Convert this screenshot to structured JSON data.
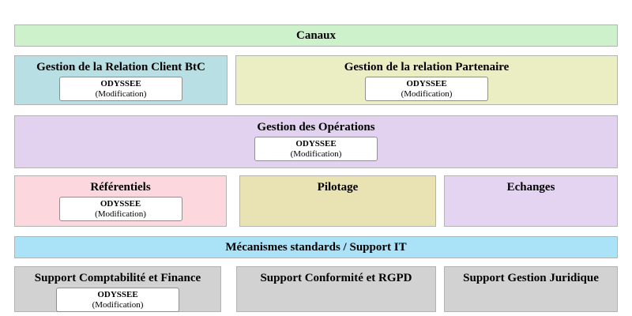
{
  "colors": {
    "background": "#ffffff",
    "canaux": "#cdf2cb",
    "crm_btc": "#b8dfe3",
    "partner": "#ebedc3",
    "operations": "#e2d2f0",
    "referentiels": "#fdd7de",
    "pilotage": "#e9e2b3",
    "echanges": "#e5d3f2",
    "support_it": "#aae3f8",
    "support_gray": "#d2d2d2",
    "app_box": "#ffffff"
  },
  "blocks": {
    "canaux": {
      "label": "Canaux"
    },
    "crm_btc": {
      "title": "Gestion de la Relation Client BtC",
      "app": {
        "name": "ODYSSEE",
        "status": "(Modification)"
      }
    },
    "partner": {
      "title": "Gestion de la relation Partenaire",
      "app": {
        "name": "ODYSSEE",
        "status": "(Modification)"
      }
    },
    "operations": {
      "title": "Gestion des Opérations",
      "app": {
        "name": "ODYSSEE",
        "status": "(Modification)"
      }
    },
    "referentiels": {
      "title": "Référentiels",
      "app": {
        "name": "ODYSSEE",
        "status": "(Modification)"
      }
    },
    "pilotage": {
      "title": "Pilotage"
    },
    "echanges": {
      "title": "Echanges"
    },
    "support_it": {
      "label": "Mécanismes standards / Support IT"
    },
    "compta": {
      "title": "Support Comptabilité et Finance",
      "app": {
        "name": "ODYSSEE",
        "status": "(Modification)"
      }
    },
    "conformite": {
      "title": "Support Conformité et RGPD"
    },
    "juridique": {
      "title": "Support Gestion Juridique"
    }
  }
}
